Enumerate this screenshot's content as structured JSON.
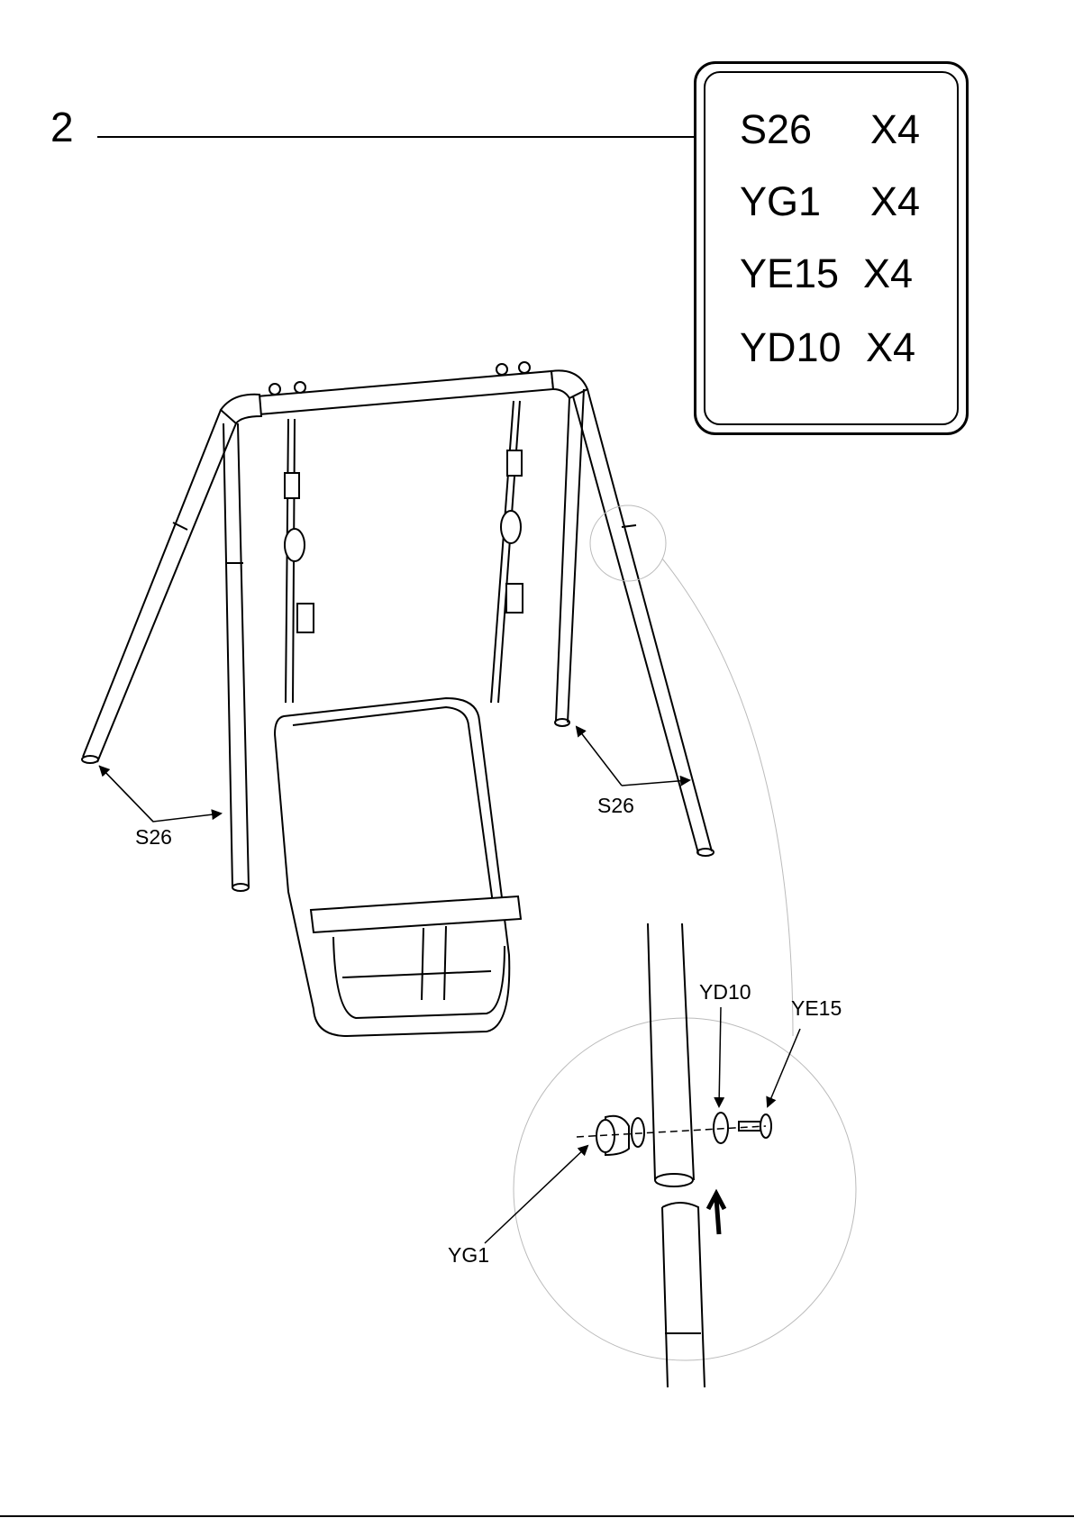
{
  "step": {
    "number": "2"
  },
  "parts_list": [
    {
      "code": "S26",
      "qty": "X4"
    },
    {
      "code": "YG1",
      "qty": "X4"
    },
    {
      "code": "YE15",
      "qty": "X4"
    },
    {
      "code": "YD10",
      "qty": "X4"
    }
  ],
  "callouts": {
    "s26_left": "S26",
    "s26_right": "S26",
    "yd10": "YD10",
    "ye15": "YE15",
    "yg1": "YG1"
  }
}
